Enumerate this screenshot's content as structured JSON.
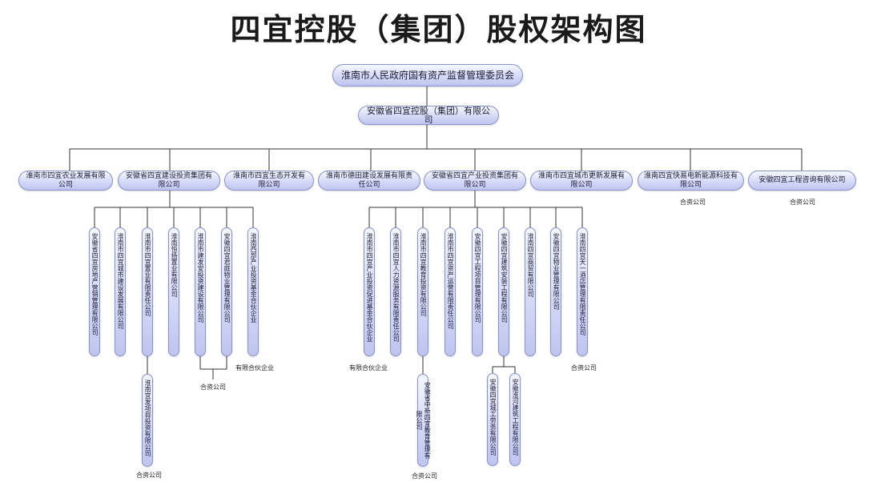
{
  "title": "四宜控股（集团）股权架构图",
  "root": "淮南市人民政府国有资产监督管理委员会",
  "group": "安徽省四宜控股（集团）有限公司",
  "level1": [
    "淮南市四宜农业发展有限公司",
    "安徽省四宜建设投资集团有限公司",
    "淮南市四宜生态开发有限公司",
    "淮南市德田建设发展有限责任公司",
    "安徽省四宜产业投资集团有限公司",
    "淮南市四宜城市更新发展有限公司",
    "淮南四宜快易电新能源科技有限公司",
    "安徽四宜工程咨询有限公司"
  ],
  "level1_notes": {
    "n7": "合资公司",
    "n8": "合资公司"
  },
  "construction_subs": [
    "安徽省四宜房地产营销管理有限公司",
    "淮南市四宜城市建设发展有限公司",
    "淮南市四宜置业有限责任公司",
    "淮南恒扬置业有限公司",
    "淮南市建发安投资建设有限公司",
    "安徽四宜君庭物业管理有限公司",
    "淮南西部产业投资基金合伙企业"
  ],
  "construction_sub3_child": "淮南宜发项目投资有限公司",
  "construction_notes": {
    "under_sub3_child": "合资公司",
    "under_sub4_5": "合资公司",
    "under_sub7": "有限合伙企业"
  },
  "industry_subs": [
    "淮南市四宜产业投资促进基金合伙企业",
    "淮南市四宜人力资源服务有限责任公司",
    "淮南市四宜教育投资有限公司",
    "淮南市四宜资产运营有限责任公司",
    "安徽四宜工程项目管理有限公司",
    "安徽四宜建筑安装工程有限公司",
    "淮南四宜商贸有限公司",
    "安徽四宜物业管理有限公司",
    "淮南四宜天一酒店管理有限责任公司"
  ],
  "education_child": "安徽省中新四宜教育管理有限公司",
  "building_children": [
    "安徽四宜城工劳务有限公司",
    "安徽淮河建筑工程有限公司"
  ],
  "industry_notes": {
    "under_sub1": "有限合伙企业",
    "under_sub9": "合资公司",
    "under_education_child": "合资公司"
  },
  "colors": {
    "pill_border": "#8a93c9",
    "pill_fill": "#d6daf6",
    "line": "#333333"
  }
}
